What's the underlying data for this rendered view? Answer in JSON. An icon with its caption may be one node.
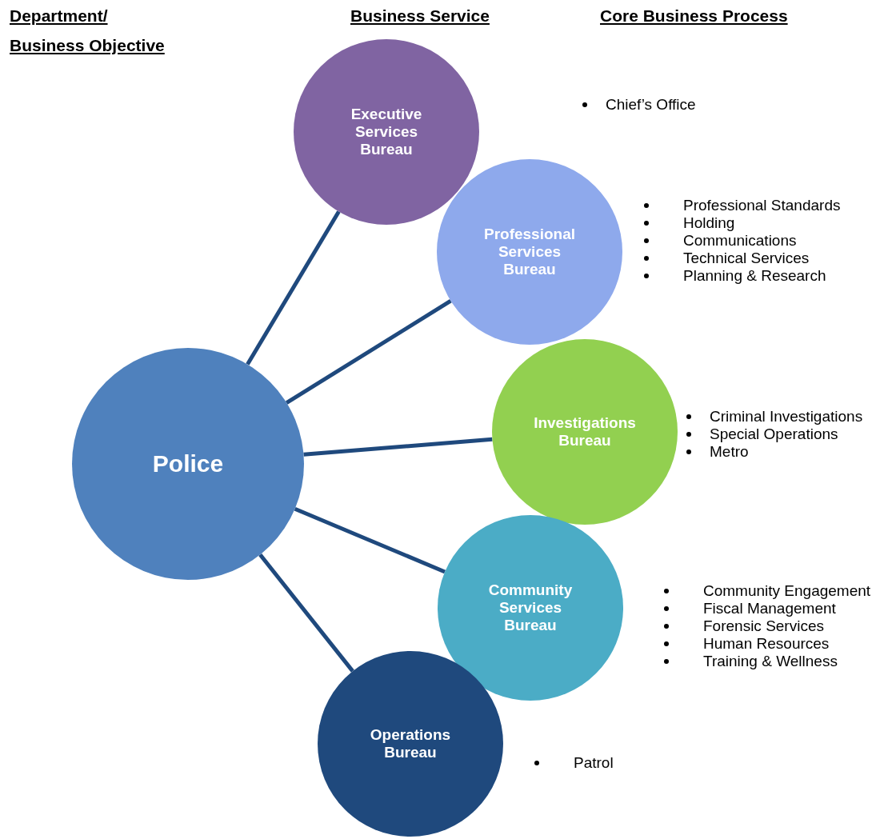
{
  "diagram": {
    "nodes": [
      {
        "text": [
          "Police"
        ]
      },
      {
        "text": [
          "Executive Services Bureau"
        ]
      },
      {
        "text": [
          "Professional Services Bureau"
        ],
        "beside": [
          "Professional Standards",
          "Holding",
          "Communications",
          "Technical Services",
          "Planning & Research"
        ]
      },
      {
        "text": [
          "Investigations Bureau"
        ],
        "beside": [
          "Criminal Investigations",
          "Special Operations",
          "Metro"
        ]
      },
      {
        "text": [
          "Community Services Bureau"
        ],
        "beside": [
          "Community Engagement",
          "Fiscal Management",
          "Forensic Services",
          "Human Resources",
          "Training & Wellness"
        ]
      },
      {
        "text": [
          "Operations Bureau"
        ]
      }
    ],
    "edges": [
      {
        "from": 0,
        "to": 1,
        "arrow": "none"
      },
      {
        "from": 0,
        "to": 2,
        "arrow": "none"
      },
      {
        "from": 0,
        "to": 3,
        "arrow": "none"
      },
      {
        "from": 0,
        "to": 4,
        "arrow": "none"
      },
      {
        "from": 0,
        "to": 5,
        "arrow": "none"
      }
    ],
    "labels": [
      "Department/ Business Objective",
      "Business Service",
      "Core Business Process",
      "Chief’s Office",
      "Patrol"
    ]
  }
}
